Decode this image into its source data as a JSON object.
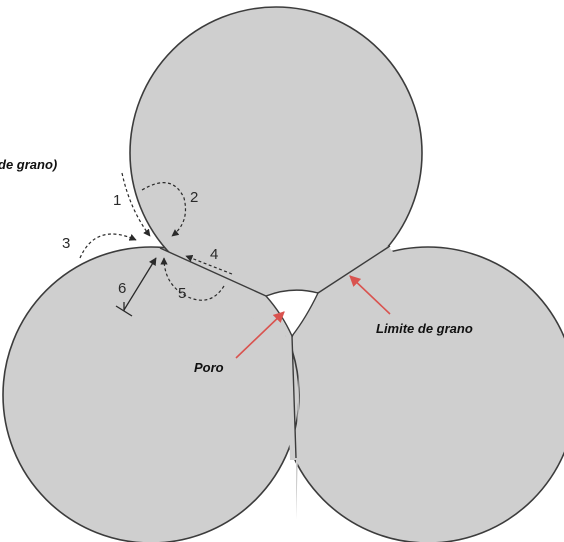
{
  "labels": {
    "partial_title": "de grano)",
    "pore": "Poro",
    "grain_boundary": "Limite de grano"
  },
  "mechanisms": [
    {
      "number": "1"
    },
    {
      "number": "2"
    },
    {
      "number": "3"
    },
    {
      "number": "4"
    },
    {
      "number": "5"
    },
    {
      "number": "6"
    }
  ],
  "colors": {
    "grain_fill": "#cfcfcf",
    "outline": "#3c3c3c",
    "pointer_arrow": "#d9534f"
  }
}
